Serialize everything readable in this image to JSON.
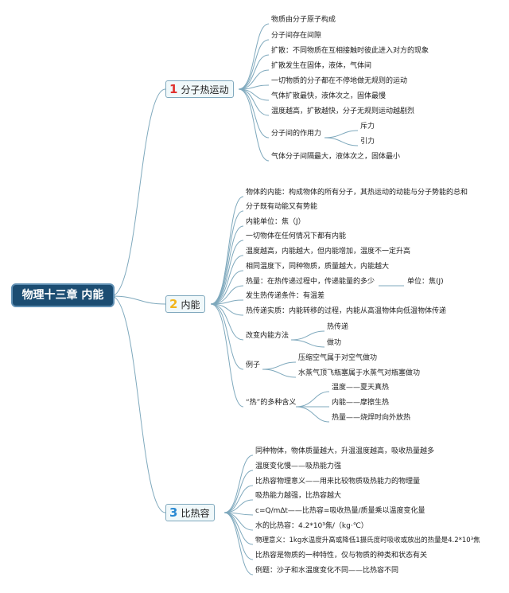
{
  "root": "物理十三章 内能",
  "branches": [
    {
      "num": "1",
      "label": "分子热运动",
      "items": [
        "物质由分子原子构成",
        "分子间存在间隙",
        "扩散：不同物质在互相接触时彼此进入对方的现象",
        "扩散发生在固体，液体，气体间",
        "一切物质的分子都在不停地做无规则的运动",
        "气体扩散最快，液体次之，固体最慢",
        "温度越高，扩散越快，分子无规则运动越剧烈",
        "分子间的作用力",
        "气体分子间隔最大，液体次之，固体最小"
      ],
      "force_children": [
        "斥力",
        "引力"
      ]
    },
    {
      "num": "2",
      "label": "内能",
      "items": [
        "物体的内能：构成物体的所有分子，其热运动的动能与分子势能的总和",
        "分子既有动能又有势能",
        "内能单位：焦（J）",
        "一切物体在任何情况下都有内能",
        "温度越高，内能越大，但内能增加，温度不一定升高",
        "相同温度下，同种物质，质量越大，内能越大",
        "热量：在热传递过程中，传递能量的多少",
        "发生热传递条件：有温差",
        "热传递实质：内能转移的过程，内能从高温物体向低温物体传递",
        "改变内能方法",
        "例子",
        "“热”的多种含义"
      ],
      "heat_unit": "单位：焦(J)",
      "methods": [
        "热传递",
        "做功"
      ],
      "examples": [
        "压缩空气属于对空气做功",
        "水蒸气顶飞瓶塞属于水蒸气对瓶塞做功"
      ],
      "meanings": [
        "温度——夏天真热",
        "内能——摩擦生热",
        "热量——烧焊时向外放热"
      ]
    },
    {
      "num": "3",
      "label": "比热容",
      "items": [
        "同种物体，物体质量越大，升温温度越高，吸收热量越多",
        "温度变化慢——吸热能力强",
        "比热容物理意义——用来比较物质吸热能力的物理量",
        "吸热能力越强，比热容越大",
        "c=Q/m∆t——比热容=吸收热量/质量乘以温度变化量",
        "水的比热容：4.2*10³焦/（kg·℃）",
        "物理意义：1kg水温度升高或降低1摄氏度时吸收或放出的热量是4.2*10³焦",
        "比热容是物质的一种特性，仅与物质的种类和状态有关",
        "例题：沙子和水温度变化不同——比热容不同"
      ]
    }
  ]
}
